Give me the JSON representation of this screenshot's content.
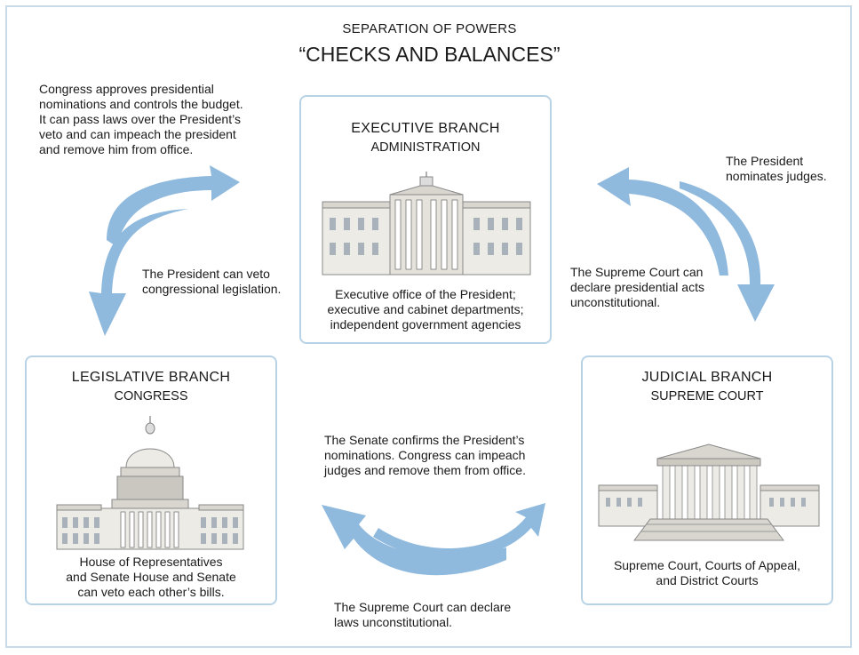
{
  "title_small": "SEPARATION OF POWERS",
  "title_large": "“CHECKS AND BALANCES”",
  "executive": {
    "heading": "EXECUTIVE BRANCH",
    "subheading": "ADMINISTRATION",
    "description": [
      "Executive office of the President;",
      "executive and cabinet departments;",
      "independent government agencies"
    ]
  },
  "legislative": {
    "heading": "LEGISLATIVE BRANCH",
    "subheading": "CONGRESS",
    "description": [
      "House of Representatives",
      "and Senate House and Senate",
      "can veto each other’s bills."
    ]
  },
  "judicial": {
    "heading": "JUDICIAL BRANCH",
    "subheading": "SUPREME COURT",
    "description": [
      "Supreme Court, Courts of Appeal,",
      "and District Courts"
    ]
  },
  "notes": {
    "congress_checks_president": [
      "Congress approves presidential",
      "nominations and controls the budget.",
      "It can pass laws over the President’s",
      "veto and can impeach the president",
      "and remove him from office."
    ],
    "president_veto": [
      "The President can veto",
      "congressional legislation."
    ],
    "president_nominates": [
      "The President",
      "nominates judges."
    ],
    "court_checks_president": [
      "The Supreme Court can",
      "declare presidential acts",
      "unconstitutional."
    ],
    "senate_confirms": [
      "The Senate confirms the President’s",
      "nominations. Congress can impeach",
      "judges and remove them from office."
    ],
    "court_checks_laws": [
      "The Supreme Court can declare",
      "laws unconstitutional."
    ]
  },
  "colors": {
    "arrow": "#8fb9dd",
    "border": "#b8d3e6",
    "building": "#e9e7e0",
    "building_shadow": "#a9a69c"
  },
  "icons": [
    "white-house-illustration",
    "capitol-illustration",
    "supreme-court-illustration",
    "curved-arrow-icon"
  ]
}
